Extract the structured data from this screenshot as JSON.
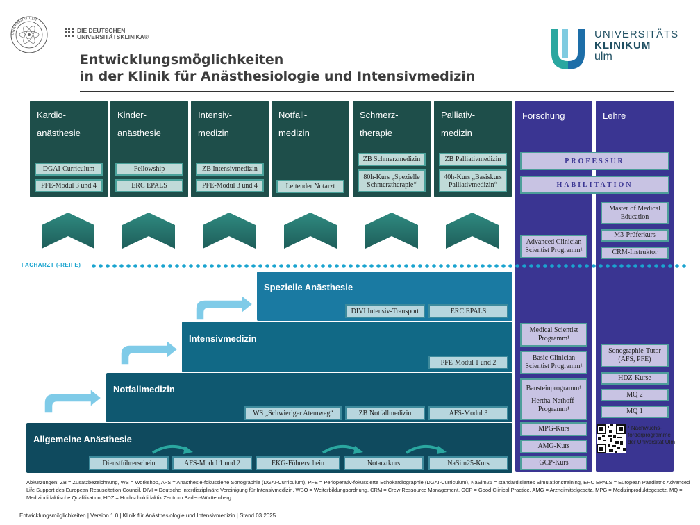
{
  "header": {
    "title_line1": "Entwicklungsmöglichkeiten",
    "title_line2": "in der Klinik für Anästhesiologie und Intensivmedizin",
    "logo_dudk_line1": "DIE DEUTSCHEN",
    "logo_dudk_line2": "UNIVERSITÄTSKLINIKA®",
    "logo_ukulm_line1": "UNIVERSITÄTS",
    "logo_ukulm_line2": "KLINIKUM",
    "logo_ukulm_line3": "ulm",
    "seal_text": "UNIVERSITÄT ULM"
  },
  "columns": [
    {
      "title": "Kardio-\nanästhesie",
      "tags": [
        "DGAI-Curriculum",
        "PFE-Modul 3 und 4"
      ]
    },
    {
      "title": "Kinder-\nanästhesie",
      "tags": [
        "Fellowship",
        "ERC EPALS"
      ]
    },
    {
      "title": "Intensiv-\nmedizin",
      "tags": [
        "ZB Intensivmedizin",
        "PFE-Modul 3 und 4"
      ]
    },
    {
      "title": "Notfall-\nmedizin",
      "tags": [
        "Leitender Notarzt"
      ]
    },
    {
      "title": "Schmerz-\ntherapie",
      "tags": [
        "ZB Schmerzmedizin",
        "80h-Kurs „Spezielle Schmerztherapie“"
      ]
    },
    {
      "title": "Palliativ-\nmedizin",
      "tags": [
        "ZB Palliativmedizin",
        "40h-Kurs „Basiskurs Palliativmedizin“"
      ]
    }
  ],
  "forschung": {
    "title": "Forschung",
    "tags": [
      "Advanced Clinician Scientist Programm¹",
      "Medical Scientist Programm¹",
      "Basic Clinician Scientist Programm¹",
      "Bausteinprogramm¹",
      "Hertha-Nathoff-Programm¹",
      "MPG-Kurs",
      "AMG-Kurs",
      "GCP-Kurs"
    ]
  },
  "lehre": {
    "title": "Lehre",
    "tags": [
      "Master of Medical Education",
      "M3-Prüferkurs",
      "CRM-Instruktor",
      "Sonographie-Tutor (AFS, PFE)",
      "HDZ-Kurse",
      "MQ 2",
      "MQ 1"
    ]
  },
  "professur": "PROFESSUR",
  "habilitation": "HABILITATION",
  "facharzt_label": "FACHARZT (-REIFE)",
  "steps": [
    {
      "title": "Spezielle Anästhesie",
      "tags": [
        "DIVI Intensiv-Transport",
        "ERC EPALS"
      ]
    },
    {
      "title": "Intensivmedizin",
      "tags": [
        "PFE-Modul 1 und 2"
      ]
    },
    {
      "title": "Notfallmedizin",
      "tags": [
        "WS „Schwieriger Atemweg“",
        "ZB Notfallmedizin",
        "AFS-Modul 3"
      ]
    },
    {
      "title": "Allgemeine Anästhesie",
      "tags": [
        "Dienstführerschein",
        "AFS-Modul 1 und 2",
        "EKG-Führerschein",
        "Notarztkurs",
        "NaSim25-Kurs"
      ]
    }
  ],
  "qr_note": "¹ Nachwuchs-förderprogramme der Universität Ulm",
  "abbreviations": "Abkürzungen: ZB = Zusatzbezeichnung, WS = Workshop, AFS = Anästhesie-fokussierte Sonographie (DGAI-Curriculum), PFE = Perioperativ-fokussierte Echokardiographie (DGAI-Curriculum), NaSim25 = standardisiertes Simulationstraining, ERC EPALS = European Paediatric Advanced Life Support des European Resuscitation Council, DIVI = Deutsche Interdisziplinäre Vereinigung für Intensivmedizin, WBO = Weiterbildungsordnung, CRM = Crew Ressource Management, GCP = Good Clinical Practice, AMG = Arzneimittelgesetz, MPG = Medizinproduktegesetz, MQ = Medizindidaktische Qualifikation, HDZ = Hochschuldidaktik Zentrum Baden-Württemberg",
  "footer": "Entwicklungsmöglichkeiten | Version 1.0 | Klinik für Anästhesiologie und Intensivmedizin | Stand 03.2025",
  "colors": {
    "column": "#1e4e4a",
    "purple": "#3a3592",
    "step1": "#0f4a5e",
    "step2": "#0f5870",
    "step3": "#116986",
    "step4": "#1a7aa2",
    "accent": "#1aa4cf"
  }
}
